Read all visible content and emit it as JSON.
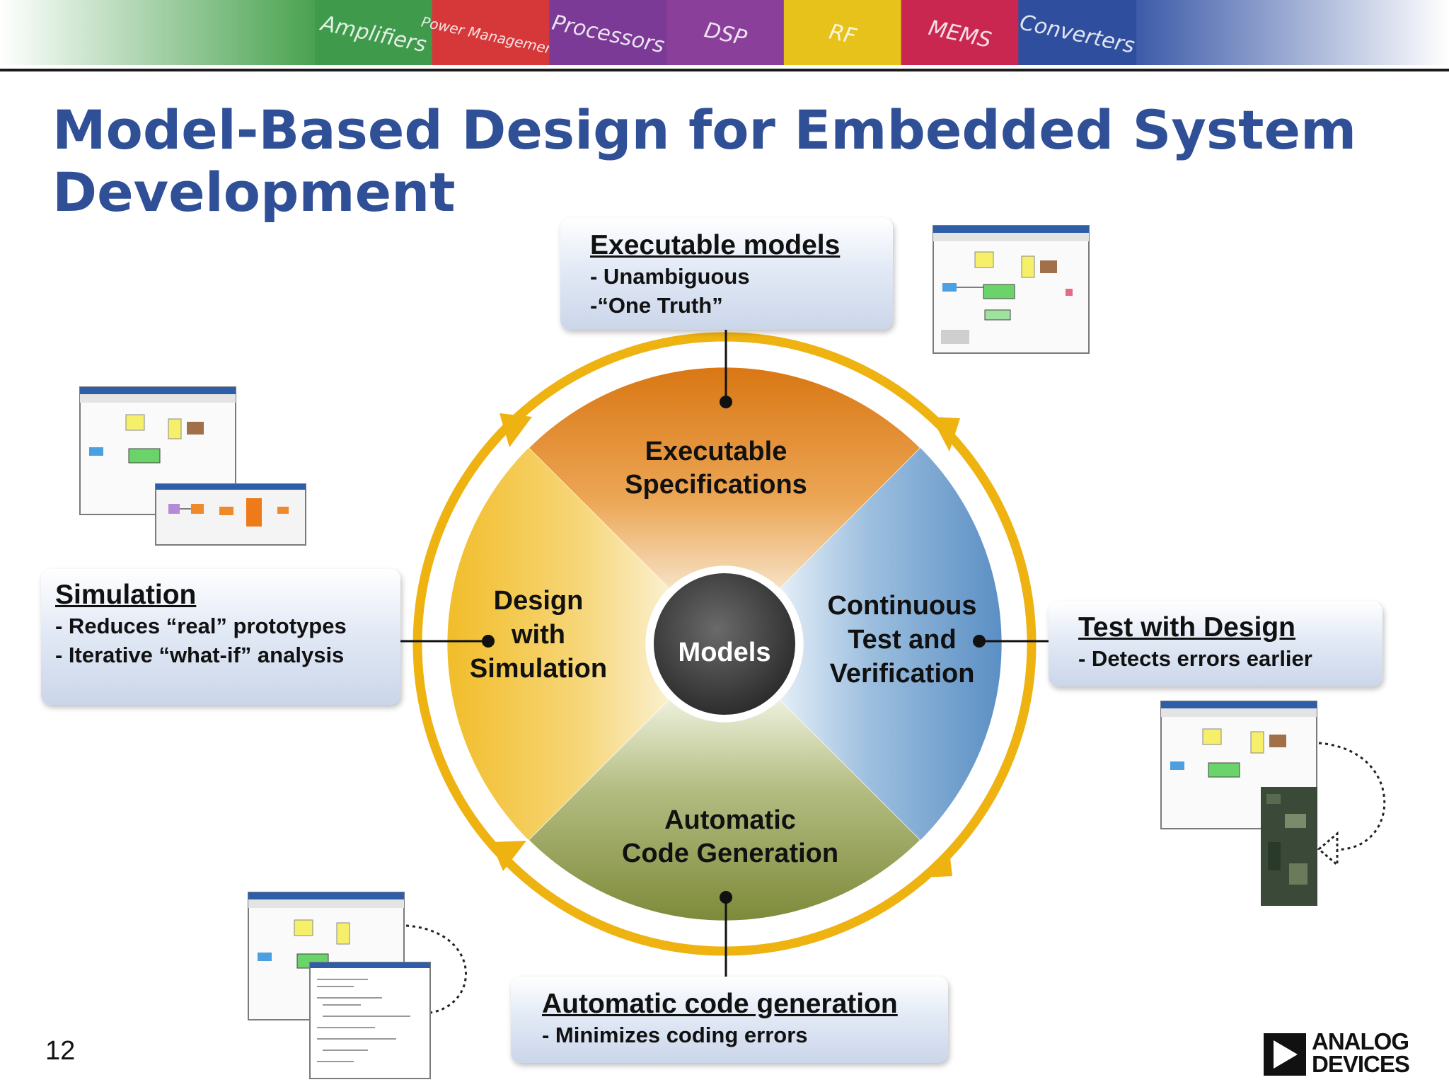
{
  "slide": {
    "title": "Model-Based Design for Embedded System Development",
    "page_number": "12"
  },
  "banner": {
    "segments": [
      {
        "label": "Amplifiers",
        "color": "#3f9a4c"
      },
      {
        "label": "Power Management",
        "color": "#d6383a"
      },
      {
        "label": "Processors",
        "color": "#7b3a96"
      },
      {
        "label": "DSP",
        "color": "#8a3f9a"
      },
      {
        "label": "RF",
        "color": "#e6c21b"
      },
      {
        "label": "MEMS",
        "color": "#c9274f"
      },
      {
        "label": "Converters",
        "color": "#2f4f9e"
      }
    ]
  },
  "cycle": {
    "center_label": "Models",
    "quadrants": {
      "top": {
        "line1": "Executable",
        "line2": "Specifications",
        "color": "#e08a1e"
      },
      "left": {
        "line1": "Design",
        "line2": "with",
        "line3": "Simulation",
        "color": "#f2c443"
      },
      "right": {
        "line1": "Continuous",
        "line2": "Test and",
        "line3": "Verification",
        "color": "#6e9ec8"
      },
      "bottom": {
        "line1": "Automatic",
        "line2": "Code Generation",
        "color": "#8c9a50"
      }
    },
    "ring_color": "#eeb211"
  },
  "callouts": {
    "executable_models": {
      "heading": "Executable models",
      "lines": [
        "- Unambiguous",
        "-“One Truth”"
      ]
    },
    "simulation": {
      "heading": "Simulation",
      "lines": [
        "- Reduces “real” prototypes",
        "- Iterative “what-if” analysis"
      ]
    },
    "test_with_design": {
      "heading": "Test with Design",
      "lines": [
        "- Detects errors earlier"
      ]
    },
    "code_generation": {
      "heading": "Automatic code generation",
      "lines": [
        "- Minimizes coding errors"
      ]
    }
  },
  "logo": {
    "line1": "ANALOG",
    "line2": "DEVICES"
  }
}
